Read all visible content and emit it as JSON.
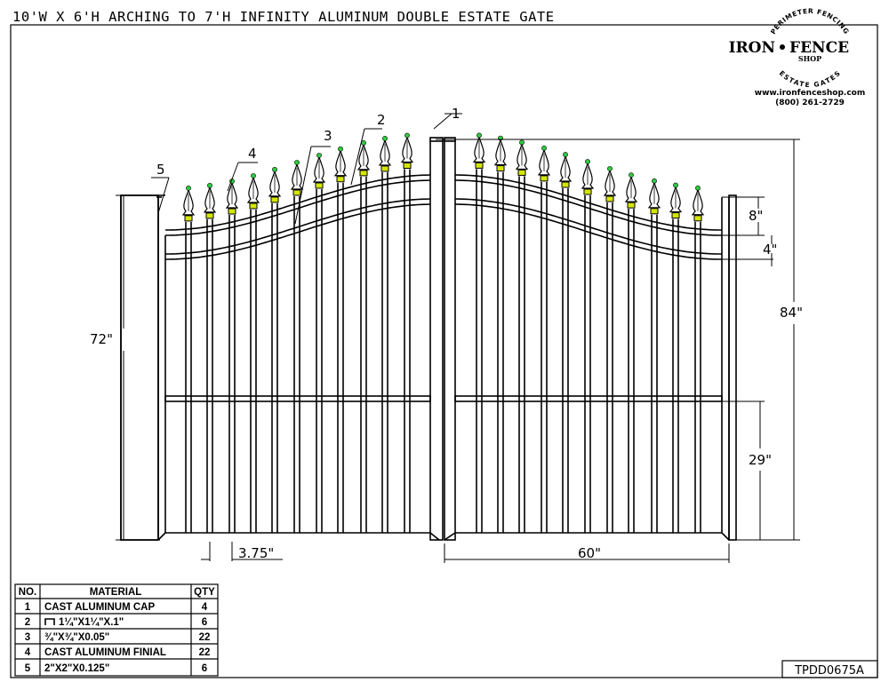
{
  "title": "10'W X 6'H ARCHING TO 7'H INFINITY ALUMINUM DOUBLE ESTATE GATE",
  "logo": {
    "name_left": "IRON",
    "name_right": "FENCE",
    "shop": "SHOP",
    "arc_top": "PERIMETER FENCING",
    "arc_bottom": "ESTATE GATES",
    "website": "www.ironfenceshop.com",
    "phone": "(800) 261-2729"
  },
  "dimensions": {
    "overall_height": "84\"",
    "post_height": "72\"",
    "rail_spacing": "29\"",
    "upper_spacing": "8\"",
    "lower_spacing": "4\"",
    "picket_spacing": "3.75\"",
    "leaf_width": "60\""
  },
  "callouts": [
    "1",
    "2",
    "3",
    "4",
    "5"
  ],
  "table": {
    "headers": [
      "NO.",
      "MATERIAL",
      "QTY"
    ],
    "rows": [
      {
        "no": "1",
        "material": "CAST ALUMINUM CAP",
        "qty": "4"
      },
      {
        "no": "2",
        "material": "1¼\"X1¼\"X.1\"",
        "qty": "6"
      },
      {
        "no": "3",
        "material": "¾\"X¾\"X0.05\"",
        "qty": "22"
      },
      {
        "no": "4",
        "material": "CAST ALUMINUM FINIAL",
        "qty": "22"
      },
      {
        "no": "5",
        "material": "2\"X2\"X0.125\"",
        "qty": "6"
      }
    ]
  },
  "drawing_number": "TPDD0675A",
  "colors": {
    "line": "#000000",
    "finial_tip": "#2ecc40",
    "finial_collar": "#d4e600",
    "background": "#ffffff"
  }
}
